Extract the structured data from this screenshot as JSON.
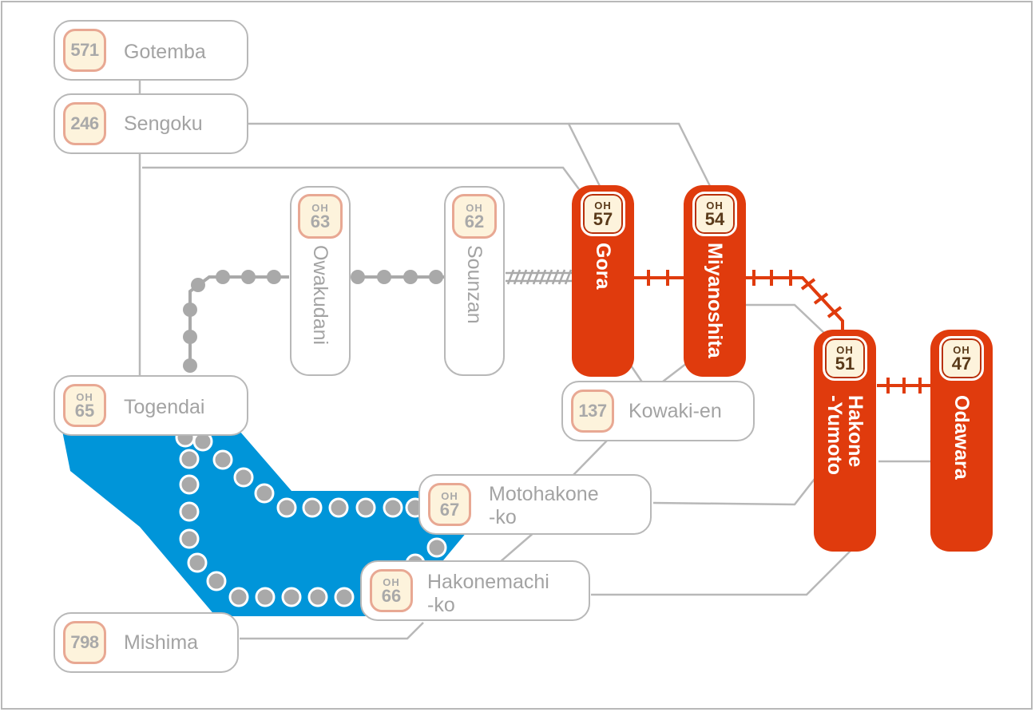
{
  "colors": {
    "lake": "#0095d9",
    "rail_red": "#e03b0d",
    "line_gray": "#b8b8b8",
    "badge_fill": "#fdf3dc",
    "badge_border": "#e8a893",
    "label_gray": "#a3a3a3"
  },
  "stops": {
    "gotemba": {
      "code": "571",
      "name": "Gotemba"
    },
    "sengoku": {
      "code": "246",
      "name": "Sengoku"
    },
    "togendai": {
      "prefix": "OH",
      "number": "65",
      "name": "Togendai"
    },
    "owakudani": {
      "prefix": "OH",
      "number": "63",
      "name": "Owakudani"
    },
    "sounzan": {
      "prefix": "OH",
      "number": "62",
      "name": "Sounzan"
    },
    "gora": {
      "prefix": "OH",
      "number": "57",
      "name": "Gora"
    },
    "miyanoshita": {
      "prefix": "OH",
      "number": "54",
      "name": "Miyanoshita"
    },
    "kowakien": {
      "code": "137",
      "name": "Kowaki-en"
    },
    "hakone_yumoto": {
      "prefix": "OH",
      "number": "51",
      "name_line1": "Hakone",
      "name_line2": "-Yumoto"
    },
    "odawara": {
      "prefix": "OH",
      "number": "47",
      "name": "Odawara"
    },
    "motohakone": {
      "prefix": "OH",
      "number": "67",
      "name_line1": "Motohakone",
      "name_line2": "-ko"
    },
    "hakonemachi": {
      "prefix": "OH",
      "number": "66",
      "name_line1": "Hakonemachi",
      "name_line2": "-ko"
    },
    "mishima": {
      "code": "798",
      "name": "Mishima"
    }
  }
}
